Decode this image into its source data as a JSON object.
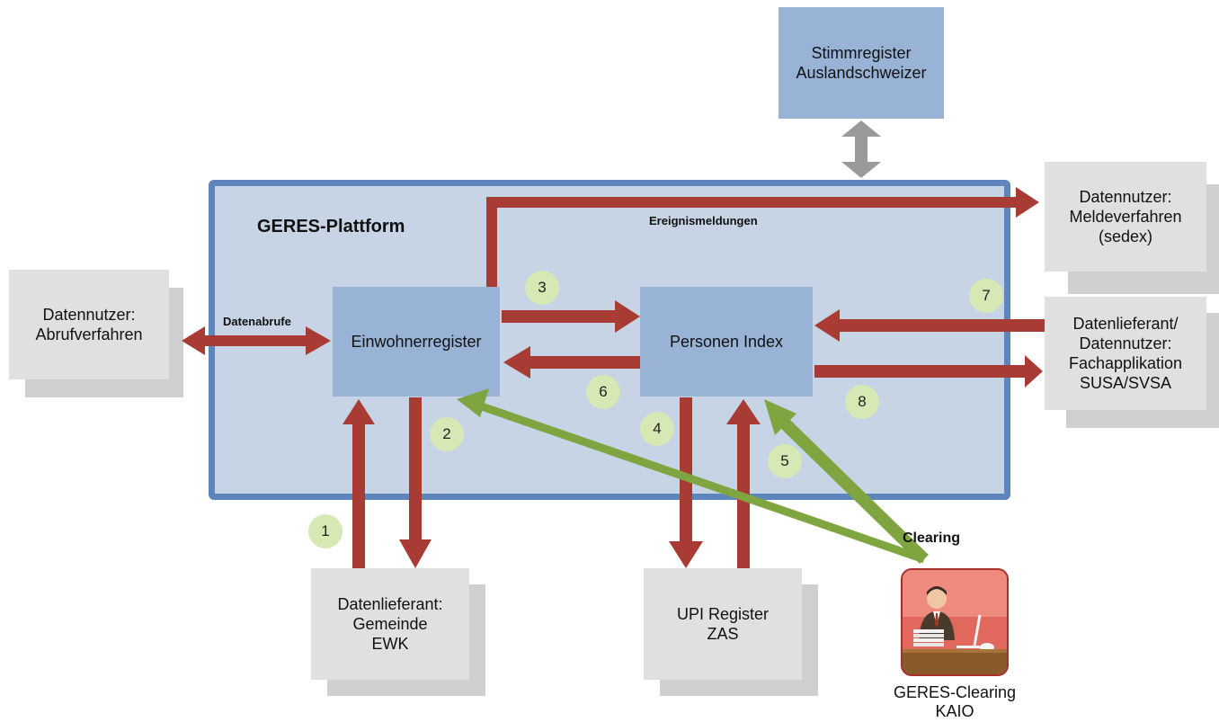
{
  "platform": {
    "title": "GERES-Plattform"
  },
  "labels": {
    "events": "Ereignismeldungen",
    "queries": "Datenabrufe",
    "clearing": "Clearing"
  },
  "boxes": {
    "stimmregister": [
      "Stimmregister",
      "Auslandschweizer"
    ],
    "meldeverfahren": [
      "Datennutzer:",
      "Meldeverfahren",
      "(sedex)"
    ],
    "abrufverfahren": [
      "Datennutzer:",
      "Abrufverfahren"
    ],
    "fachapplikation": [
      "Datenlieferant/",
      "Datennutzer:",
      "Fachapplikation",
      "SUSA/SVSA"
    ],
    "einwohnerregister": [
      "Einwohnerregister"
    ],
    "personen_index": [
      "Personen Index"
    ],
    "gemeinde": [
      "Datenlieferant:",
      "Gemeinde",
      "EWK"
    ],
    "upi": [
      "UPI Register",
      "ZAS"
    ]
  },
  "clearing_app": [
    "GERES-Clearing",
    "KAIO"
  ],
  "badges": [
    "1",
    "2",
    "3",
    "4",
    "5",
    "6",
    "7",
    "8"
  ],
  "colors": {
    "arrow_red": "#a83c34",
    "arrow_green": "#7fa541",
    "arrow_gray": "#9a9a9a",
    "platform_fill": "#c6d4e6",
    "platform_border": "#5e86bd",
    "inner_box": "#98b3d6",
    "external_box": "#e0e0e0",
    "badge": "#d6e8b4",
    "clearing_icon": "#d9473d"
  }
}
